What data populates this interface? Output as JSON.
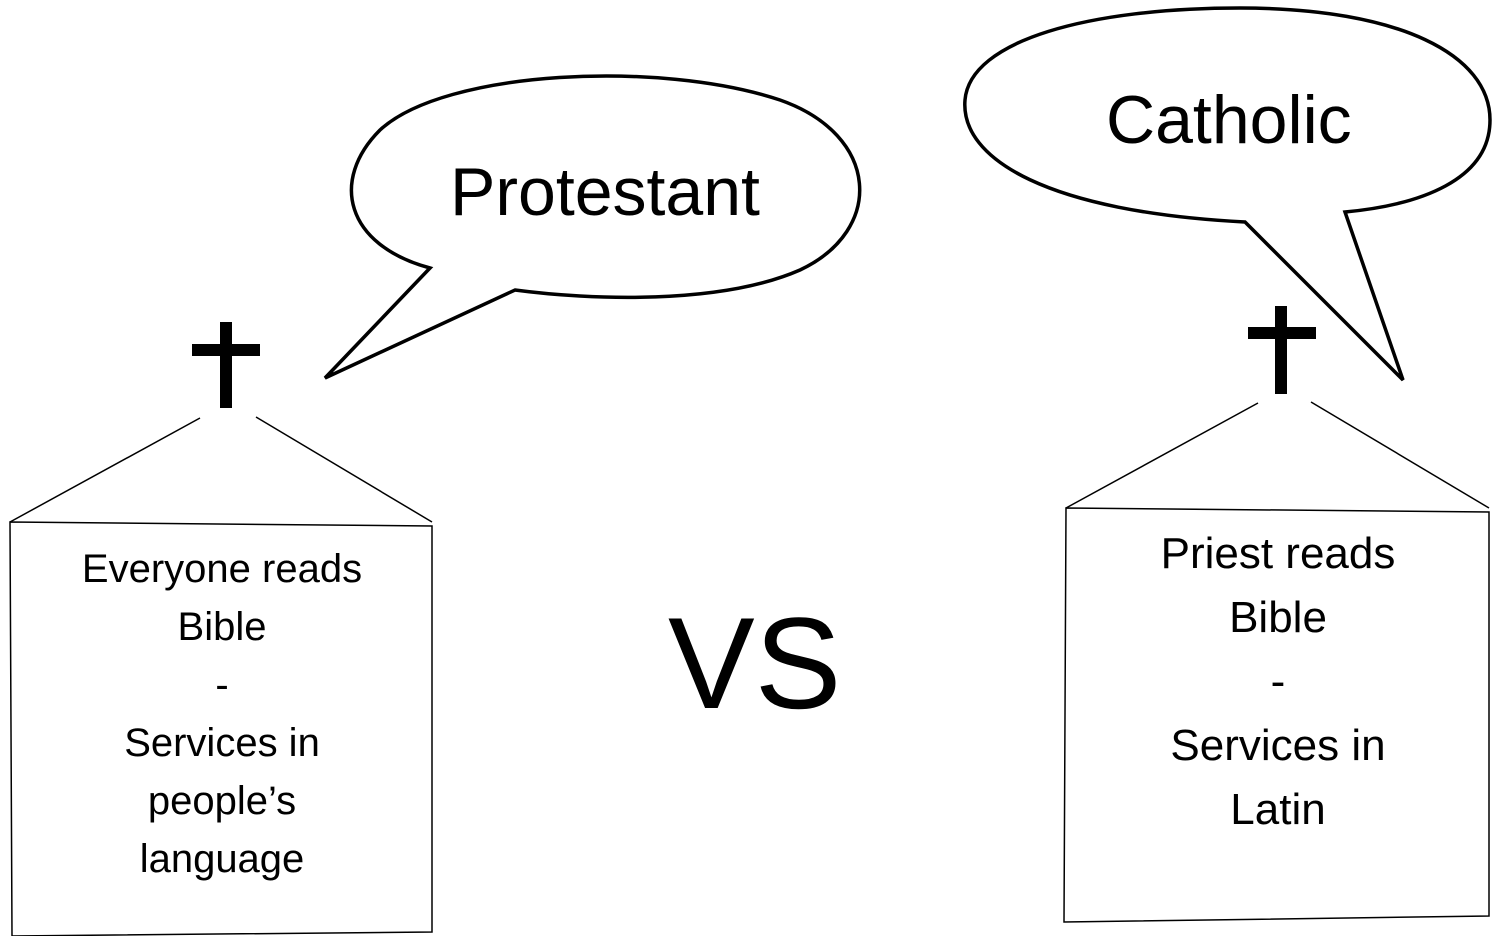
{
  "left": {
    "bubble_label": "Protestant",
    "cross_glyph": "†",
    "box_lines": [
      "Everyone reads",
      "Bible",
      "-",
      "Services in",
      "people’s",
      "language"
    ]
  },
  "right": {
    "bubble_label": "Catholic",
    "cross_glyph": "†",
    "box_lines": [
      "Priest reads",
      "Bible",
      "-",
      "Services in",
      "Latin"
    ]
  },
  "center": {
    "vs_label": "VS"
  },
  "colors": {
    "stroke": "#000000",
    "background": "#ffffff"
  }
}
